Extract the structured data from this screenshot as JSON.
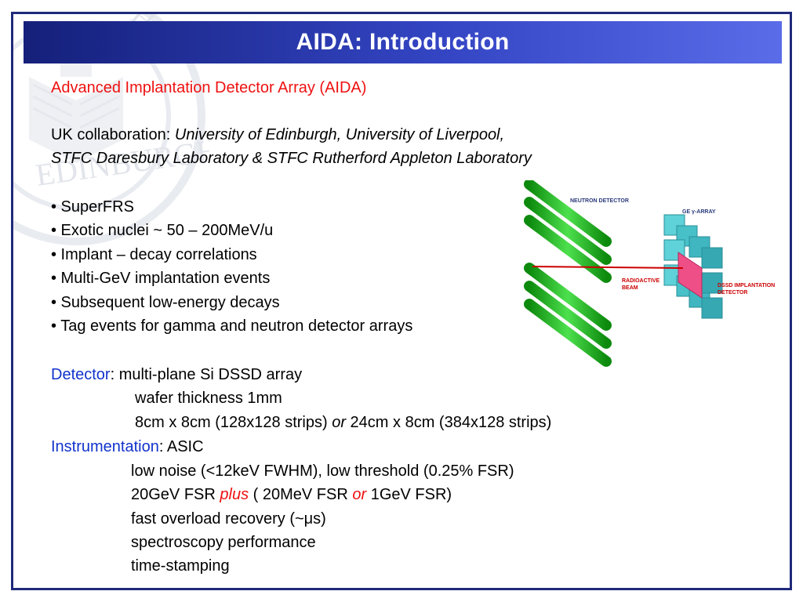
{
  "slide": {
    "title": "AIDA: Introduction",
    "subtitle": "Advanced Implantation Detector Array (AIDA)",
    "collab_label": "UK collaboration: ",
    "collab_line1": "University of Edinburgh, University of Liverpool,",
    "collab_line2": "STFC Daresbury Laboratory & STFC Rutherford Appleton Laboratory",
    "bullets": [
      "• SuperFRS",
      "• Exotic nuclei ~ 50 – 200MeV/u",
      "• Implant – decay correlations",
      "• Multi-GeV implantation events",
      "• Subsequent low-energy decays",
      "• Tag events for gamma and neutron detector arrays"
    ],
    "detector_label": "Detector",
    "detector_text": ": multi-plane Si DSSD array",
    "detector_sub1": "wafer thickness 1mm",
    "detector_sub2a": "8cm x 8cm (128x128 strips) ",
    "detector_sub2_or": "or",
    "detector_sub2b": " 24cm x 8cm (384x128 strips)",
    "instr_label": "Instrumentation",
    "instr_text": ": ASIC",
    "instr_sub1": "low noise (<12keV FWHM), low threshold (0.25% FSR)",
    "instr_sub2a": "20GeV FSR ",
    "instr_sub2_plus": "plus",
    "instr_sub2b": " ( 20MeV FSR ",
    "instr_sub2_or": "or",
    "instr_sub2c": " 1GeV FSR)",
    "instr_sub3": "fast overload recovery (~μs)",
    "instr_sub4": "spectroscopy performance",
    "instr_sub5": "time-stamping"
  },
  "diagram": {
    "neutron_label": "NEUTRON DETECTOR",
    "ge_label": "GE γ-ARRAY",
    "beam_label_1": "RADIOACTIVE",
    "beam_label_2": "BEAM",
    "dssd_label_1": "DSSD IMPLANTATION",
    "dssd_label_2": "DETECTOR"
  },
  "seal": {
    "text_1": "EDINBURGH",
    "text_2": "H"
  },
  "colors": {
    "title_bar": "#2633a8",
    "frame": "#1f2a7a",
    "red_text": "#ee1111",
    "blue_text": "#1133cc",
    "neutron_green": "#22bb22",
    "ge_teal": "#3fb6c0",
    "dssd_pink": "#ee4f86",
    "beam_red": "#cc0000"
  }
}
